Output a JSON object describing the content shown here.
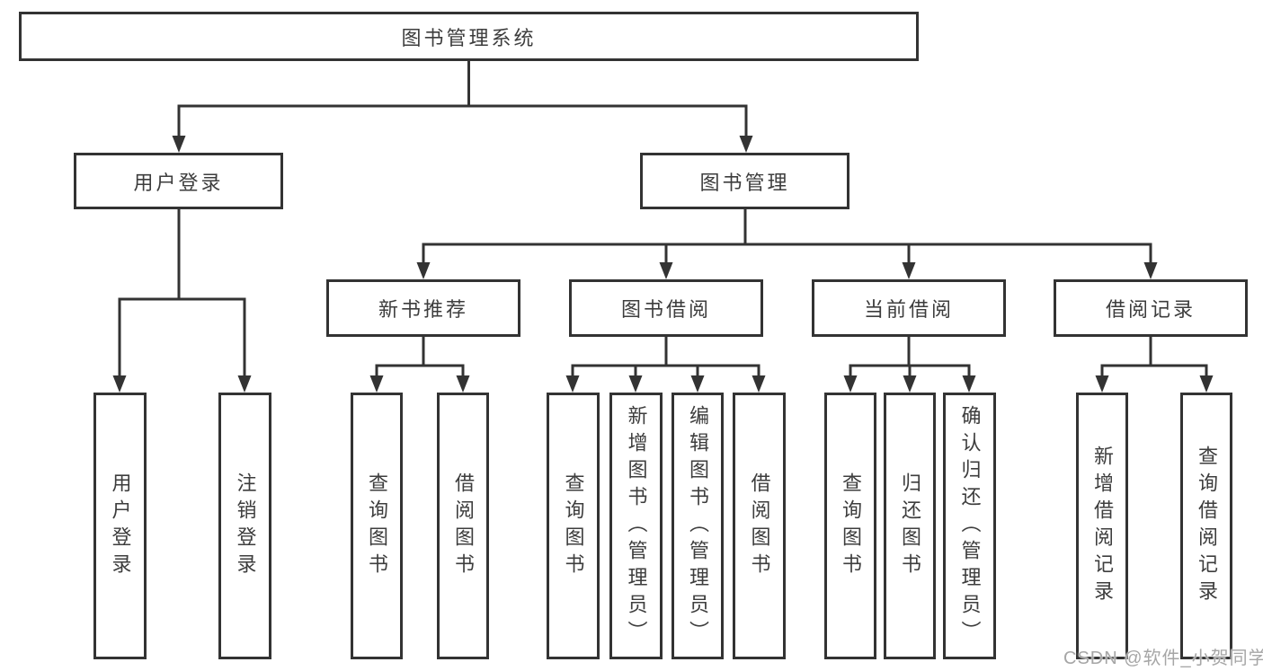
{
  "colors": {
    "line": "#333333",
    "border": "#333333",
    "text": "#3d3d3d",
    "box_background": "#ffffff",
    "watermark": "#a6a6a6"
  },
  "tree": {
    "root": "图书管理系统",
    "branches": [
      {
        "label": "用户登录",
        "children": [
          "用户登录",
          "注销登录"
        ]
      },
      {
        "label": "图书管理",
        "sections": [
          {
            "label": "新书推荐",
            "children": [
              "查询图书",
              "借阅图书"
            ]
          },
          {
            "label": "图书借阅",
            "children": [
              "查询图书",
              "新增图书（管理员）",
              "编辑图书（管理员）",
              "借阅图书"
            ]
          },
          {
            "label": "当前借阅",
            "children": [
              "查询图书",
              "归还图书",
              "确认归还（管理员）"
            ]
          },
          {
            "label": "借阅记录",
            "children": [
              "新增借阅记录",
              "查询借阅记录"
            ]
          }
        ]
      }
    ]
  },
  "watermark": "CSDN @软件_小贺同学"
}
